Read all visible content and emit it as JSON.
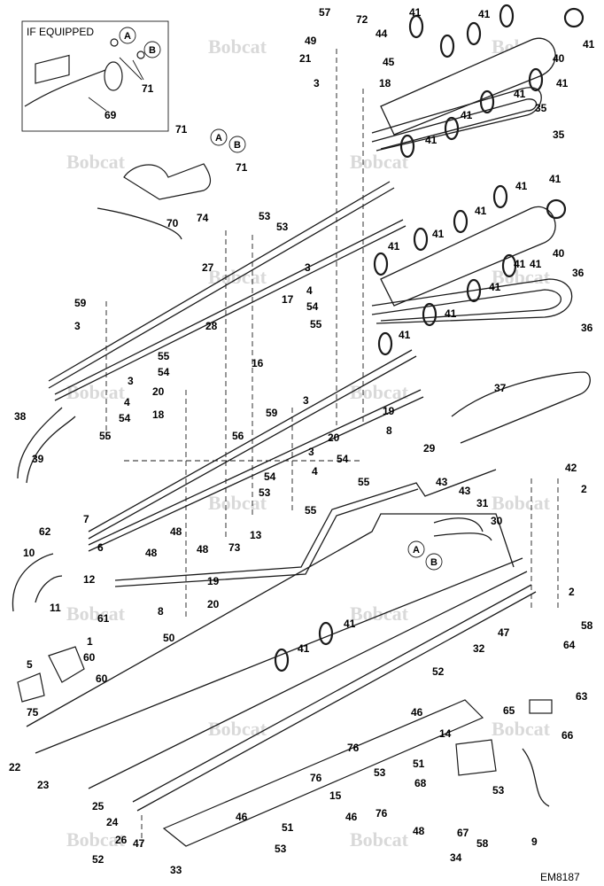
{
  "inset": {
    "title": "IF EQUIPPED",
    "callouts": [
      "A",
      "B"
    ],
    "labels": [
      "71",
      "69"
    ]
  },
  "watermark": "Bobcat",
  "drawing_code": "EM8187",
  "callouts": {
    "a": "A",
    "b": "B"
  },
  "part_labels": [
    {
      "id": "p57",
      "text": "57"
    },
    {
      "id": "p72",
      "text": "72"
    },
    {
      "id": "p44",
      "text": "44"
    },
    {
      "id": "p49",
      "text": "49"
    },
    {
      "id": "p21",
      "text": "21"
    },
    {
      "id": "p45",
      "text": "45"
    },
    {
      "id": "p3a",
      "text": "3"
    },
    {
      "id": "p18a",
      "text": "18"
    },
    {
      "id": "p41a",
      "text": "41"
    },
    {
      "id": "p41b",
      "text": "41"
    },
    {
      "id": "p41c",
      "text": "41"
    },
    {
      "id": "p40a",
      "text": "40"
    },
    {
      "id": "p41d",
      "text": "41"
    },
    {
      "id": "p41e",
      "text": "41"
    },
    {
      "id": "p35a",
      "text": "35"
    },
    {
      "id": "p35b",
      "text": "35"
    },
    {
      "id": "p41f",
      "text": "41"
    },
    {
      "id": "p41g",
      "text": "41"
    },
    {
      "id": "p71a",
      "text": "71"
    },
    {
      "id": "p71b",
      "text": "71"
    },
    {
      "id": "p70",
      "text": "70"
    },
    {
      "id": "p74",
      "text": "74"
    },
    {
      "id": "p53a",
      "text": "53"
    },
    {
      "id": "p53b",
      "text": "53"
    },
    {
      "id": "p41h",
      "text": "41"
    },
    {
      "id": "p41i",
      "text": "41"
    },
    {
      "id": "p41j",
      "text": "41"
    },
    {
      "id": "p41k",
      "text": "41"
    },
    {
      "id": "p41l",
      "text": "41"
    },
    {
      "id": "p40b",
      "text": "40"
    },
    {
      "id": "p27",
      "text": "27"
    },
    {
      "id": "p3b",
      "text": "3"
    },
    {
      "id": "p4a",
      "text": "4"
    },
    {
      "id": "p54a",
      "text": "54"
    },
    {
      "id": "p55a",
      "text": "55"
    },
    {
      "id": "p41m",
      "text": "41"
    },
    {
      "id": "p41n",
      "text": "41"
    },
    {
      "id": "p36a",
      "text": "36"
    },
    {
      "id": "p36b",
      "text": "36"
    },
    {
      "id": "p41o",
      "text": "41"
    },
    {
      "id": "p41p",
      "text": "41"
    },
    {
      "id": "p41q",
      "text": "41"
    },
    {
      "id": "p59a",
      "text": "59"
    },
    {
      "id": "p3c",
      "text": "3"
    },
    {
      "id": "p28",
      "text": "28"
    },
    {
      "id": "p17",
      "text": "17"
    },
    {
      "id": "p16",
      "text": "16"
    },
    {
      "id": "p55b",
      "text": "55"
    },
    {
      "id": "p54b",
      "text": "54"
    },
    {
      "id": "p3d",
      "text": "3"
    },
    {
      "id": "p4b",
      "text": "4"
    },
    {
      "id": "p20a",
      "text": "20"
    },
    {
      "id": "p18b",
      "text": "18"
    },
    {
      "id": "p54c",
      "text": "54"
    },
    {
      "id": "p55c",
      "text": "55"
    },
    {
      "id": "p38",
      "text": "38"
    },
    {
      "id": "p39",
      "text": "39"
    },
    {
      "id": "p56",
      "text": "56"
    },
    {
      "id": "p59b",
      "text": "59"
    },
    {
      "id": "p3e",
      "text": "3"
    },
    {
      "id": "p19a",
      "text": "19"
    },
    {
      "id": "p8a",
      "text": "8"
    },
    {
      "id": "p20b",
      "text": "20"
    },
    {
      "id": "p54d",
      "text": "54"
    },
    {
      "id": "p37",
      "text": "37"
    },
    {
      "id": "p29",
      "text": "29"
    },
    {
      "id": "p3f",
      "text": "3"
    },
    {
      "id": "p4c",
      "text": "4"
    },
    {
      "id": "p54e",
      "text": "54"
    },
    {
      "id": "p53c",
      "text": "53"
    },
    {
      "id": "p55d",
      "text": "55"
    },
    {
      "id": "p55e",
      "text": "55"
    },
    {
      "id": "p43a",
      "text": "43"
    },
    {
      "id": "p43b",
      "text": "43"
    },
    {
      "id": "p42",
      "text": "42"
    },
    {
      "id": "p2a",
      "text": "2"
    },
    {
      "id": "p62",
      "text": "62"
    },
    {
      "id": "p7",
      "text": "7"
    },
    {
      "id": "p48a",
      "text": "48"
    },
    {
      "id": "p13",
      "text": "13"
    },
    {
      "id": "p31",
      "text": "31"
    },
    {
      "id": "p30",
      "text": "30"
    },
    {
      "id": "p48b",
      "text": "48"
    },
    {
      "id": "p48c",
      "text": "48"
    },
    {
      "id": "p73",
      "text": "73"
    },
    {
      "id": "p10",
      "text": "10"
    },
    {
      "id": "p6",
      "text": "6"
    },
    {
      "id": "p12",
      "text": "12"
    },
    {
      "id": "p19b",
      "text": "19"
    },
    {
      "id": "p11",
      "text": "11"
    },
    {
      "id": "p61",
      "text": "61"
    },
    {
      "id": "p8b",
      "text": "8"
    },
    {
      "id": "p20c",
      "text": "20"
    },
    {
      "id": "p50",
      "text": "50"
    },
    {
      "id": "p2b",
      "text": "2"
    },
    {
      "id": "p41r",
      "text": "41"
    },
    {
      "id": "p41s",
      "text": "41"
    },
    {
      "id": "p58",
      "text": "58"
    },
    {
      "id": "p1",
      "text": "1"
    },
    {
      "id": "p60a",
      "text": "60"
    },
    {
      "id": "p47a",
      "text": "47"
    },
    {
      "id": "p32",
      "text": "32"
    },
    {
      "id": "p64",
      "text": "64"
    },
    {
      "id": "p5",
      "text": "5"
    },
    {
      "id": "p60b",
      "text": "60"
    },
    {
      "id": "p52a",
      "text": "52"
    },
    {
      "id": "p63",
      "text": "63"
    },
    {
      "id": "p75",
      "text": "75"
    },
    {
      "id": "p46a",
      "text": "46"
    },
    {
      "id": "p65",
      "text": "65"
    },
    {
      "id": "p14",
      "text": "14"
    },
    {
      "id": "p76a",
      "text": "76"
    },
    {
      "id": "p66",
      "text": "66"
    },
    {
      "id": "p22",
      "text": "22"
    },
    {
      "id": "p51a",
      "text": "51"
    },
    {
      "id": "p53d",
      "text": "53"
    },
    {
      "id": "p76b",
      "text": "76"
    },
    {
      "id": "p68",
      "text": "68"
    },
    {
      "id": "p23",
      "text": "23"
    },
    {
      "id": "p53e",
      "text": "53"
    },
    {
      "id": "p15",
      "text": "15"
    },
    {
      "id": "p25",
      "text": "25"
    },
    {
      "id": "p24",
      "text": "24"
    },
    {
      "id": "p46b",
      "text": "46"
    },
    {
      "id": "p51b",
      "text": "51"
    },
    {
      "id": "p46c",
      "text": "46"
    },
    {
      "id": "p76c",
      "text": "76"
    },
    {
      "id": "p48d",
      "text": "48"
    },
    {
      "id": "p67",
      "text": "67"
    },
    {
      "id": "p58b",
      "text": "58"
    },
    {
      "id": "p9",
      "text": "9"
    },
    {
      "id": "p26",
      "text": "26"
    },
    {
      "id": "p47b",
      "text": "47"
    },
    {
      "id": "p53f",
      "text": "53"
    },
    {
      "id": "p34",
      "text": "34"
    },
    {
      "id": "p52b",
      "text": "52"
    },
    {
      "id": "p33",
      "text": "33"
    }
  ]
}
